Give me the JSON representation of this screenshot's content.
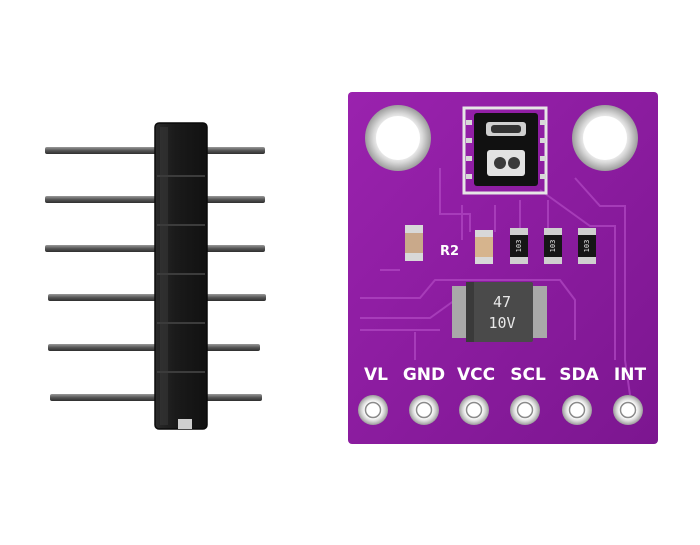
{
  "scene": {
    "objects": [
      "pin-header",
      "sensor-breakout-board"
    ],
    "board_color": "#8a1c9e",
    "header_color": "#1c1c1c",
    "pin_color": "#6e6e6e"
  },
  "board": {
    "pin_labels": [
      "VL",
      "GND",
      "VCC",
      "SCL",
      "SDA",
      "INT"
    ],
    "resistor_ref": "R2",
    "resistor_codes": [
      "103",
      "103",
      "103"
    ],
    "capacitor_marking": {
      "line1": "47",
      "line2": "10V"
    }
  }
}
